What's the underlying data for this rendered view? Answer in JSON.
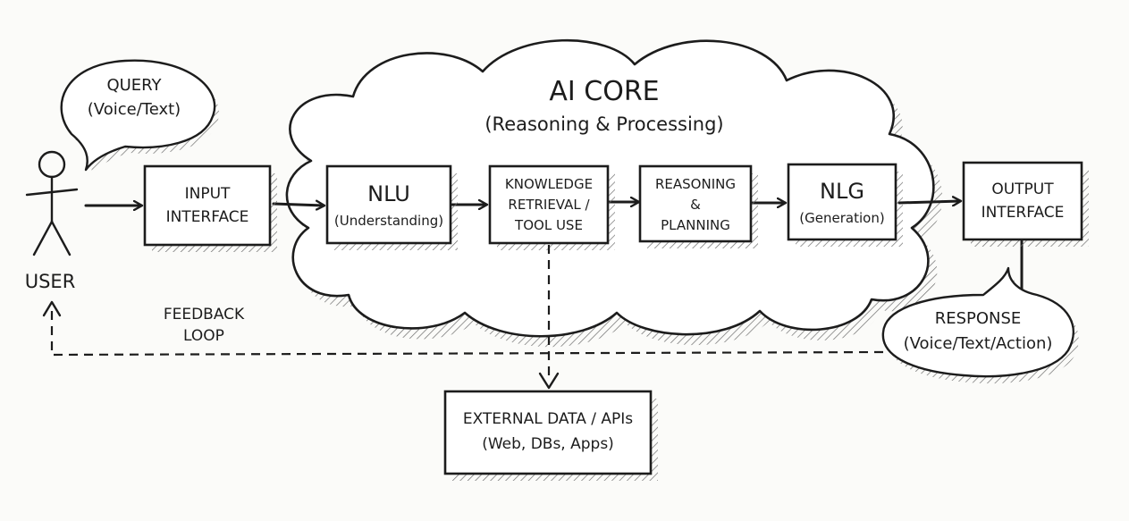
{
  "core": {
    "title": "AI CORE",
    "subtitle": "(Reasoning & Processing)"
  },
  "user": {
    "label": "USER",
    "query_line1": "QUERY",
    "query_line2": "(Voice/Text)"
  },
  "boxes": {
    "input": [
      "INPUT",
      "INTERFACE"
    ],
    "nlu": [
      "NLU",
      "(Understanding)"
    ],
    "knowledge": [
      "KNOWLEDGE",
      "RETRIEVAL /",
      "TOOL USE"
    ],
    "reasoning": [
      "REASONING",
      "&",
      "PLANNING"
    ],
    "nlg": [
      "NLG",
      "(Generation)"
    ],
    "output": [
      "OUTPUT",
      "INTERFACE"
    ],
    "external": [
      "EXTERNAL DATA / APIs",
      "(Web, DBs, Apps)"
    ]
  },
  "response": {
    "line1": "RESPONSE",
    "line2": "(Voice/Text/Action)"
  },
  "feedback": {
    "line1": "FEEDBACK",
    "line2": "LOOP"
  }
}
